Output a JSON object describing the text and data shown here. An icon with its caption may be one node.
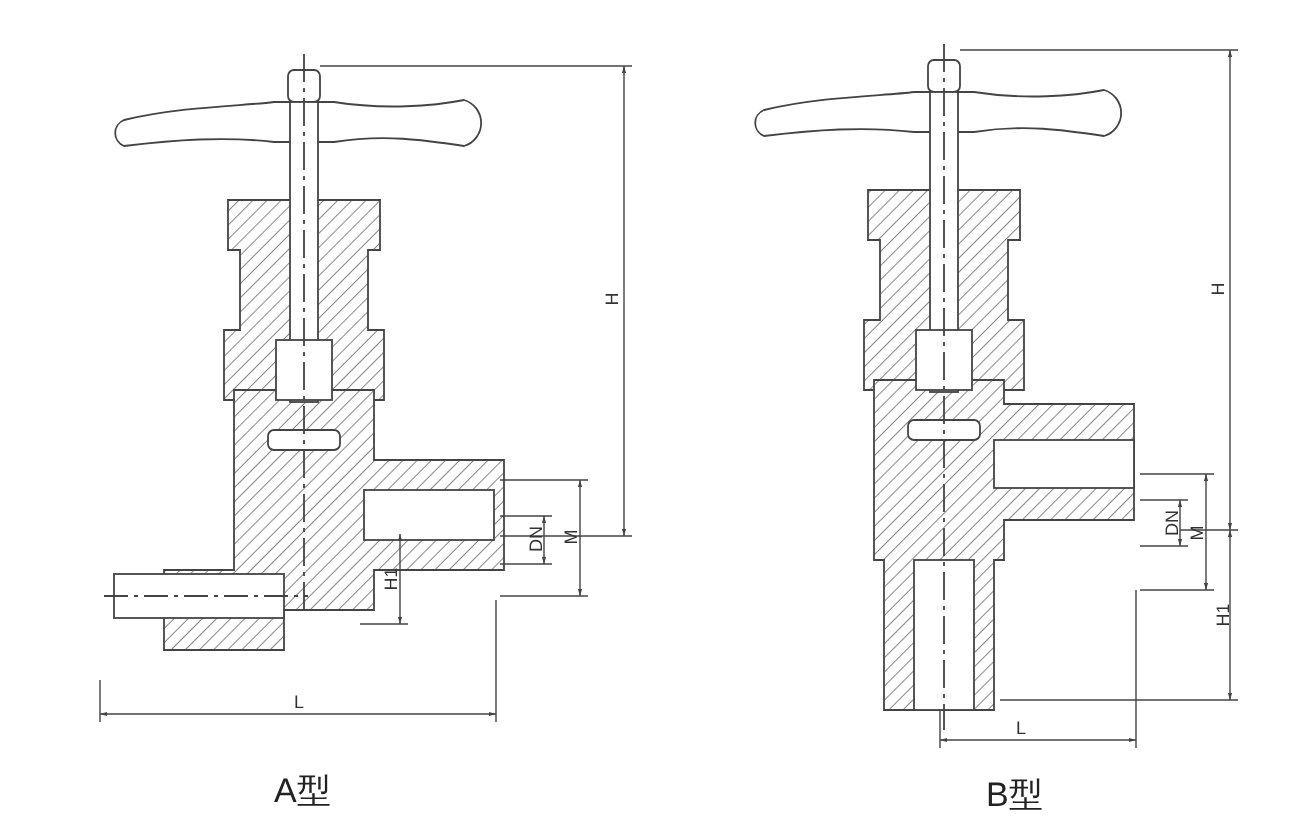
{
  "diagram": {
    "labels": [
      "H",
      "DN",
      "M",
      "H1",
      "L",
      "A型",
      "H",
      "DN",
      "M",
      "H1",
      "L",
      "B型"
    ]
  }
}
